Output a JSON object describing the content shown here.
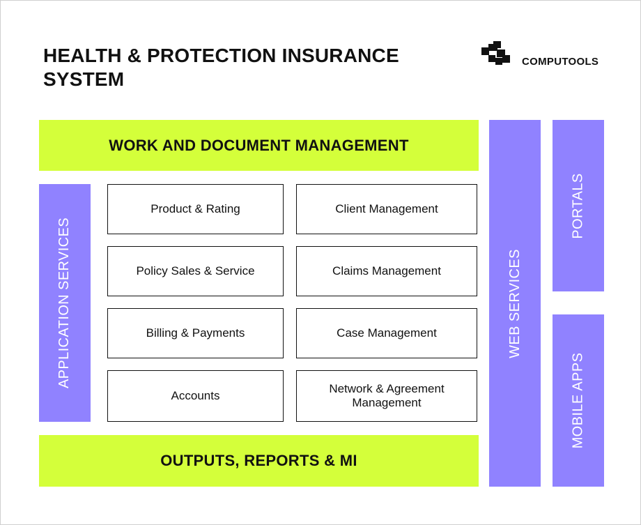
{
  "header": {
    "title_line1": "HEALTH & PROTECTION INSURANCE",
    "title_line2": "SYSTEM",
    "brand_name": "COMPUTOOLS",
    "brand_logo_icon": "computools-logo-icon"
  },
  "bands": {
    "top": "WORK AND DOCUMENT MANAGEMENT",
    "bottom": "OUTPUTS, REPORTS & MI"
  },
  "side_bars": {
    "application_services": "APPLICATION SERVICES",
    "web_services": "WEB SERVICES",
    "portals": "PORTALS",
    "mobile_apps": "MOBILE APPS"
  },
  "modules": [
    "Product & Rating",
    "Client Management",
    "Policy Sales & Service",
    "Claims Management",
    "Billing & Payments",
    "Case Management",
    "Accounts",
    "Network & Agreement Management"
  ],
  "colors": {
    "lime": "#d4ff3a",
    "purple": "#9082ff",
    "text": "#111111",
    "white": "#ffffff"
  }
}
